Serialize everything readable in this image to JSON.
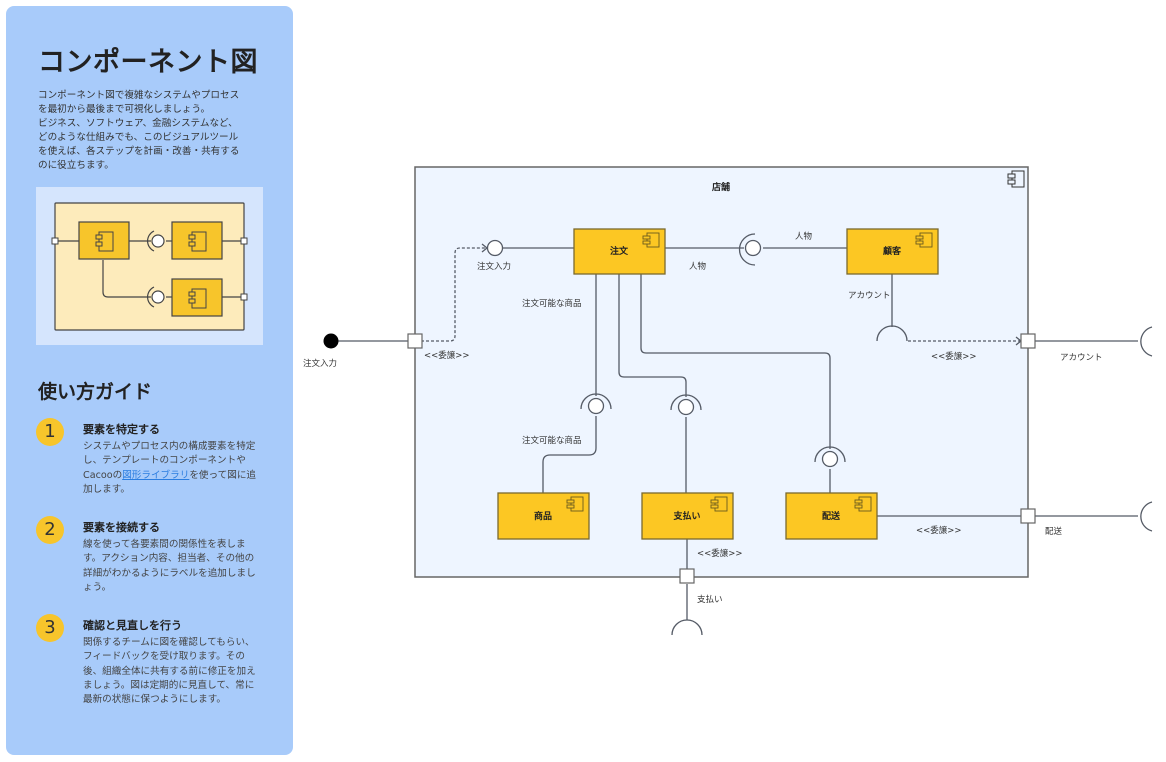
{
  "sidebar": {
    "title": "コンポーネント図",
    "description": "コンポーネント図で複雑なシステムやプロセス\nを最初から最後まで可視化しましょう。\nビジネス、ソフトウェア、金融システムなど、\nどのような仕組みでも、このビジュアルツール\nを使えば、各ステップを計画・改善・共有する\nのに役立ちます。",
    "guide_title": "使い方ガイド",
    "steps": [
      {
        "number": "1",
        "title": "要素を特定する",
        "body_before": "システムやプロセス内の構成要素を特定し、テンプレートのコンポーネントや Cacooの",
        "link": "図形ライブラリ",
        "body_after": "を使って図に追加します。"
      },
      {
        "number": "2",
        "title": "要素を接続する",
        "body": "線を使って各要素間の関係性を表します。アクション内容、担当者、その他の詳細がわかるようにラベルを追加しましょう。"
      },
      {
        "number": "3",
        "title": "確認と見直しを行う",
        "body": "関係するチームに図を確認してもらい、フィードバックを受け取ります。その後、組織全体に共有する前に修正を加えましょう。図は定期的に見直して、常に最新の状態に保つようにします。"
      }
    ]
  },
  "diagram": {
    "container_label": "店舗",
    "components": {
      "order": "注文",
      "customer": "顧客",
      "product": "商品",
      "payment": "支払い",
      "shipping": "配送"
    },
    "labels": {
      "external_order_input": "注文入力",
      "order_input_interface": "注文入力",
      "delegate_left": "<<委譲>>",
      "person_right": "人物",
      "person_left": "人物",
      "orderable_products_top": "注文可能な商品",
      "orderable_products_bottom": "注文可能な商品",
      "account_inner": "アカウント",
      "delegate_account": "<<委譲>>",
      "account_outer": "アカウント",
      "delegate_shipping": "<<委譲>>",
      "shipping_outer": "配送",
      "delegate_payment": "<<委譲>>",
      "payment_outer": "支払い"
    },
    "colors": {
      "component_fill": "#fcc723",
      "component_border": "#7a6a2e",
      "container_fill": "#eef5ff",
      "line": "#555b66"
    }
  }
}
